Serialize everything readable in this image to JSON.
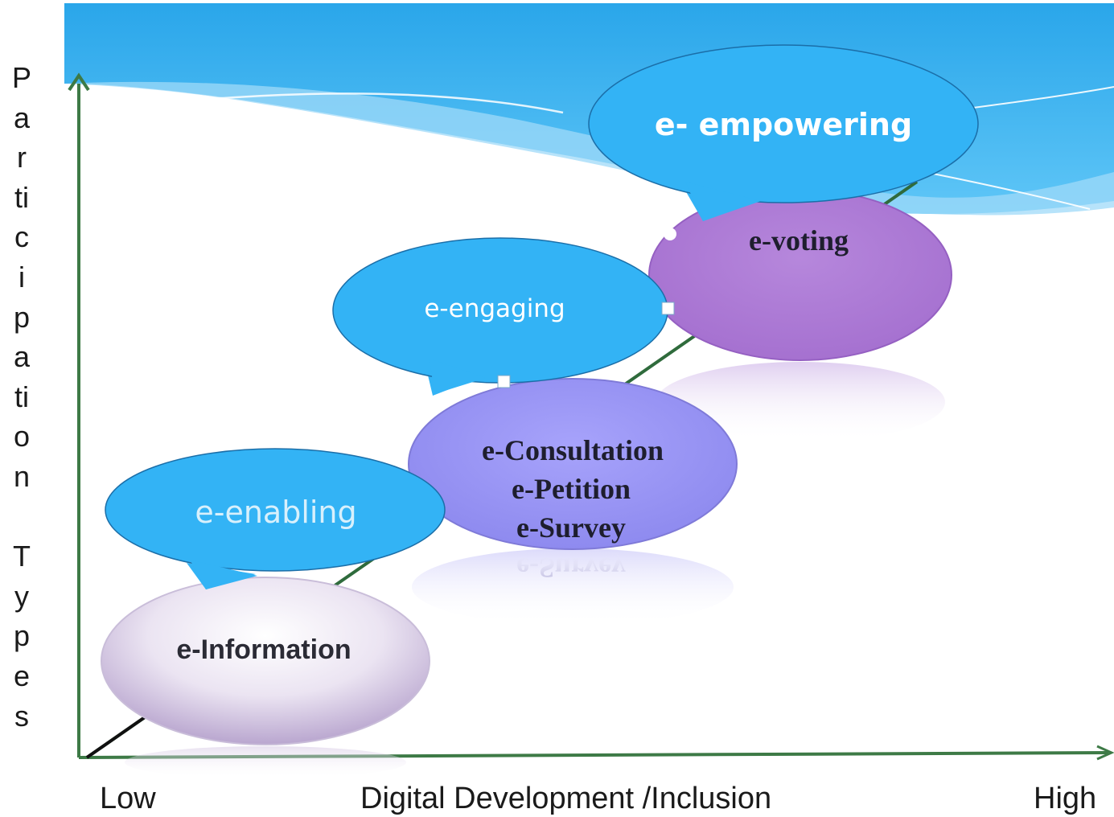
{
  "y_axis_label": "Participation Types",
  "y_axis_letters": [
    "P",
    "a",
    "r",
    "ti",
    "c",
    "i",
    "p",
    "a",
    "ti",
    "o",
    "n",
    "",
    "T",
    "y",
    "p",
    "e",
    "s"
  ],
  "x_axis": {
    "low": "Low",
    "title": "Digital Development /Inclusion",
    "high": "High"
  },
  "stages": {
    "e_information": {
      "bubble": "",
      "items": [
        "e-Information"
      ]
    },
    "e_enabling": {
      "bubble": "e-enabling"
    },
    "e_engaging": {
      "bubble": "e-engaging",
      "items": [
        "e-Consultation",
        "e-Petition",
        "e-Survey"
      ],
      "reflection": "e-Survey"
    },
    "e_empowering": {
      "bubble": "e- empowering",
      "items": [
        "e-voting"
      ]
    }
  },
  "colors": {
    "bubble_blue": "#33b3f5",
    "sky_blue": "#3fb4f0",
    "axis_green": "#3d7a46",
    "voting_purple": "#ae7cd6",
    "consult_purple": "#9a96f5",
    "info_lavender": "#e2d8ec"
  }
}
